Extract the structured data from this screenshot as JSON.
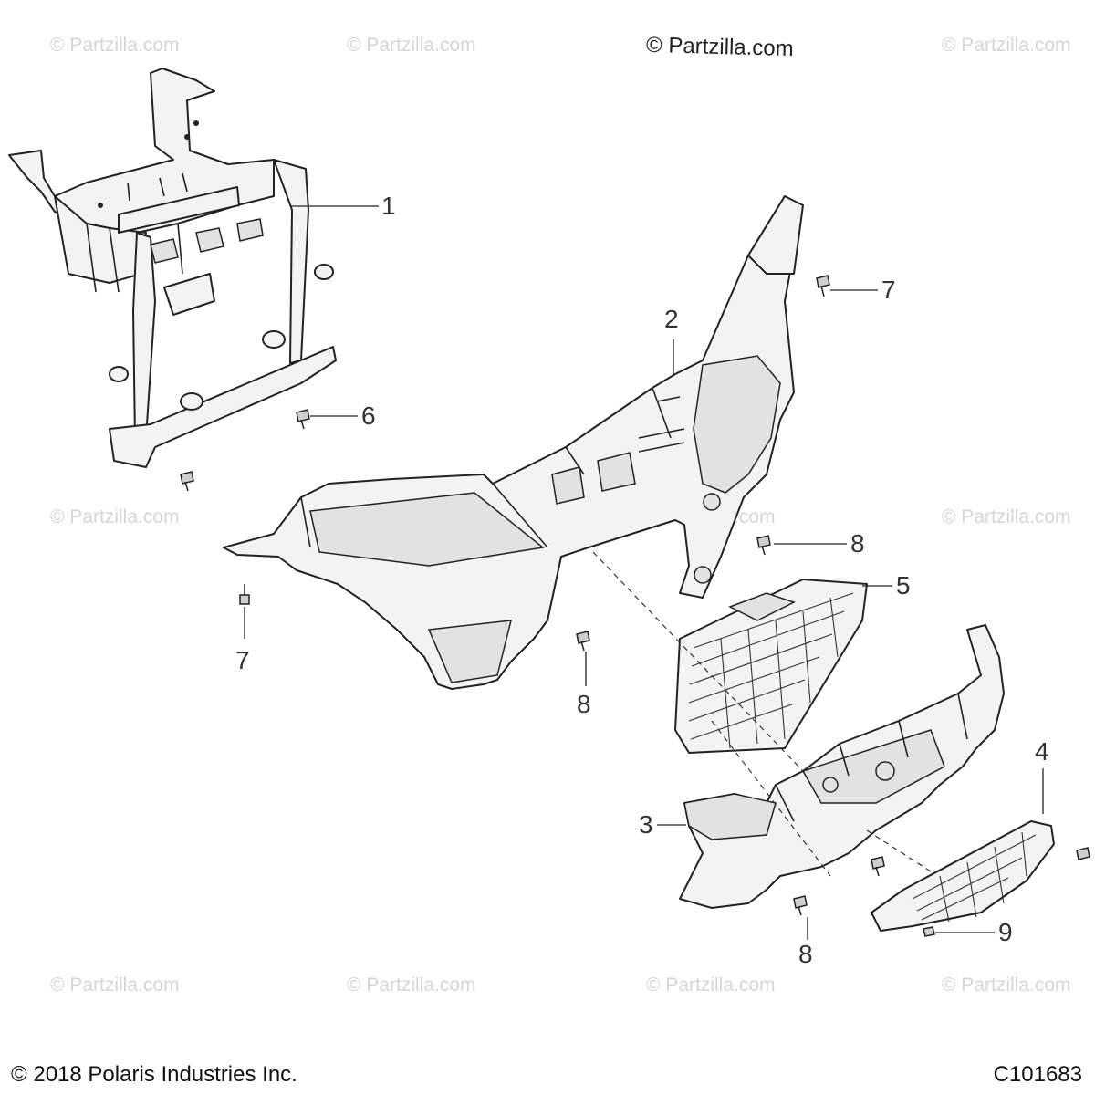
{
  "brand_text": "© Partzilla.com",
  "watermark_text": "© Partzilla.com",
  "footer": {
    "copyright": "© 2018 Polaris Industries Inc.",
    "diagram_code": "C101683"
  },
  "callouts": [
    "1",
    "2",
    "3",
    "4",
    "5",
    "6",
    "7",
    "7",
    "8",
    "8",
    "8",
    "9"
  ]
}
